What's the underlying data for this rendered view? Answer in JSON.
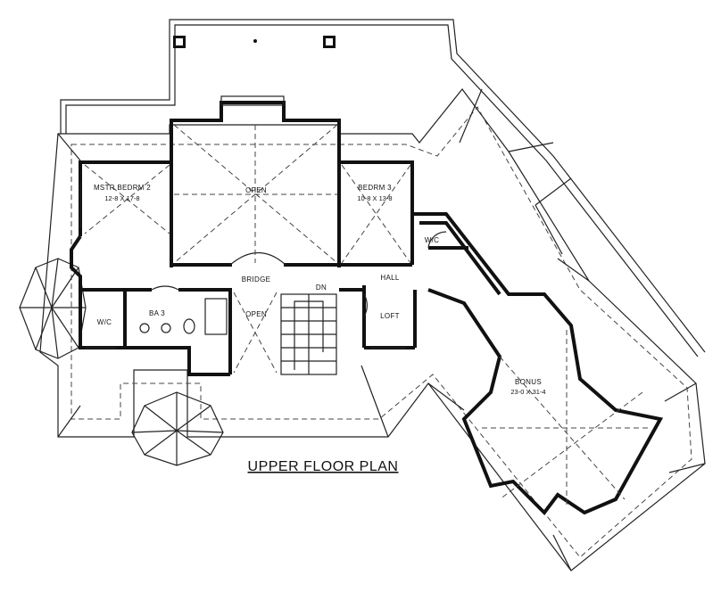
{
  "plan_title": "UPPER FLOOR PLAN",
  "rooms": {
    "master_bedroom": {
      "name": "MSTR BEDRM 2",
      "dims": "12-8 X 17-8"
    },
    "bedroom3": {
      "name": "BEDRM 3",
      "dims": "10-8 X 13-8"
    },
    "open_upper": {
      "name": "OPEN"
    },
    "open_lower": {
      "name": "OPEN"
    },
    "bridge": {
      "name": "BRIDGE"
    },
    "hall": {
      "name": "HALL"
    },
    "loft": {
      "name": "LOFT"
    },
    "bath": {
      "name": "BA 3"
    },
    "wic_left": {
      "name": "W/C"
    },
    "wic_right": {
      "name": "W/C"
    },
    "stair": {
      "name": "DN"
    },
    "bonus": {
      "name": "BONUS",
      "dims": "23-0 X 31-4"
    }
  }
}
